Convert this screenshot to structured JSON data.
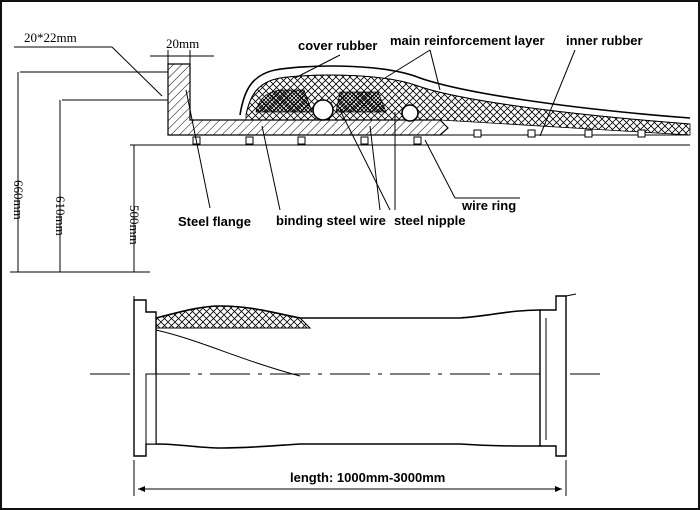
{
  "top_section": {
    "dimensions": {
      "flange_size": "20*22mm",
      "flange_width": "20mm",
      "diameter_outer": "660mm",
      "diameter_mid": "610mm",
      "diameter_inner": "500mm"
    },
    "labels": {
      "cover_rubber": "cover rubber",
      "main_reinforcement": "main reinforcement layer",
      "inner_rubber": "inner rubber",
      "steel_flange": "Steel flange",
      "binding_steel_wire": "binding steel wire",
      "steel_nipple": "steel nipple",
      "wire_ring": "wire ring"
    }
  },
  "bottom_section": {
    "length_label": "length: 1000mm-3000mm"
  },
  "colors": {
    "line": "#000000",
    "background": "#ffffff"
  }
}
